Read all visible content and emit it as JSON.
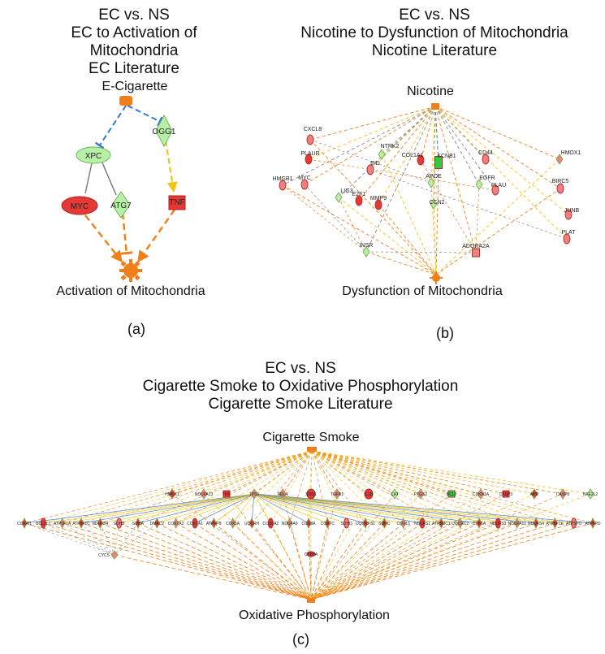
{
  "panel_a": {
    "title": [
      "EC vs. NS",
      "EC  to Activation of Mitochondria",
      "EC Literature"
    ],
    "source": "E-Cigarette",
    "target": "Activation of Mitochondria",
    "nodes": [
      "XPC",
      "OGG1",
      "MYC",
      "ATG7",
      "TNF"
    ],
    "letter": "(a)"
  },
  "panel_b": {
    "title": [
      "EC vs. NS",
      "Nicotine to Dysfunction of Mitochondria",
      "Nicotine Literature"
    ],
    "source": "Nicotine",
    "target": "Dysfunction of Mitochondria",
    "nodes": [
      "CXCL8",
      "PLAUR",
      "NTRK2",
      "COL1A1",
      "KCNB1",
      "CD44",
      "HMOX1",
      "BID",
      "HMGB1",
      "MYC",
      "APOE",
      "EGFR",
      "BIRC5",
      "JUNB",
      "LIG3",
      "E2F1",
      "MMP9",
      "PLAU",
      "CCN2",
      "PLAT",
      "INSR",
      "ADORA2A"
    ],
    "letter": "(b)"
  },
  "panel_c": {
    "title": [
      "EC vs. NS",
      "Cigarette Smoke to Oxidative Phosphorylation",
      "Cigarette Smoke Literature"
    ],
    "source": "Cigarette Smoke",
    "target": "Oxidative Phosphorylation",
    "row1": [
      "HMOX1",
      "NDUFA13",
      "TNF",
      "TP53",
      "RELA",
      "SOD1",
      "TGFB1",
      "IL1B",
      "CAT",
      "PTGS2",
      "BCL2",
      "CDKN1A",
      "CASP3",
      "AHR",
      "CASP8",
      "NFE2L2"
    ],
    "row2": [
      "COX4I1",
      "BCL2L1",
      "ATP5F1A",
      "ATP5F1C",
      "NDUFB4",
      "SDHB",
      "SDHA",
      "DMAC2",
      "COX7A2",
      "COX7A1",
      "ATP5PB",
      "COX5A",
      "UQCRH",
      "COX6A2",
      "NDUFA9",
      "COX8A",
      "COX7C",
      "SDHD",
      "UQCRFS1",
      "SDHC",
      "COX15",
      "NDUFS1",
      "ATP5MC1",
      "UQCRC2",
      "CYB5A",
      "NDUFS3",
      "NDUFA11",
      "NDUFS4",
      "ATP5F1E",
      "ATP5PO",
      "ATP5PD"
    ],
    "row3": [
      "CYCS",
      "CYB5A"
    ],
    "letter": "(c)"
  },
  "colors": {
    "up_red": "#e53935",
    "light_red": "#f08080",
    "down_green": "#2ecc40",
    "light_green": "#b8f0a8",
    "orange": "#f07f1a",
    "yellow": "#f2c41a",
    "blue": "#3178d8",
    "grey": "#8a8a8a"
  }
}
